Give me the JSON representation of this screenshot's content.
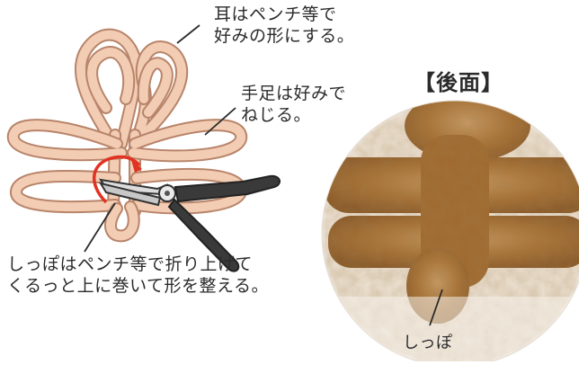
{
  "labels": {
    "ears": {
      "line1": "耳はペンチ等で",
      "line2": "好みの形にする。"
    },
    "limbs": {
      "line1": "手足は好みで",
      "line2": "ねじる。"
    },
    "tail_fold": {
      "line1": "しっぽはペンチ等で折り上げて",
      "line2": "くるっと上に巻いて形を整える。"
    },
    "back_title": "【後面】",
    "tail": "しっぽ"
  },
  "colors": {
    "pipe_fill": "#f2cdb3",
    "pipe_stroke": "#b8846a",
    "fur": "#b07a3e",
    "fur_dark": "#7a4a1e",
    "arrow": "#e23222",
    "pliers_grip": "#3a3a3a",
    "pliers_metal": "#dcdcdc"
  },
  "icons": {
    "pliers": "pliers-icon",
    "rotate_arrow": "curved-arrow-icon"
  }
}
